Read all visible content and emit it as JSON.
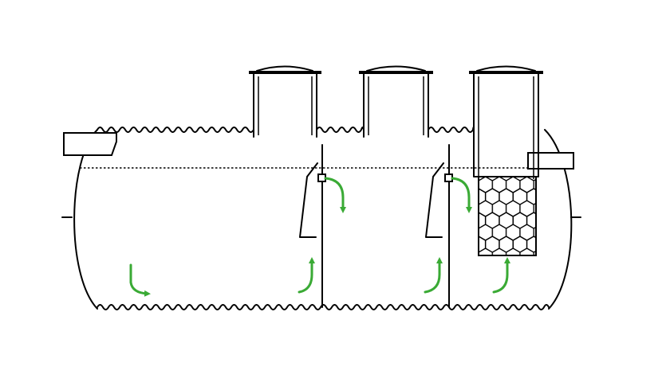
{
  "diagram": {
    "type": "septic-tank-cross-section",
    "colors": {
      "line": "#000000",
      "flow_arrow": "#3aaa35",
      "background": "#ffffff"
    },
    "chambers": 3,
    "access_risers": 3,
    "flow_arrows": 6,
    "media_filter": "hexagonal-packing",
    "text_labels": []
  }
}
